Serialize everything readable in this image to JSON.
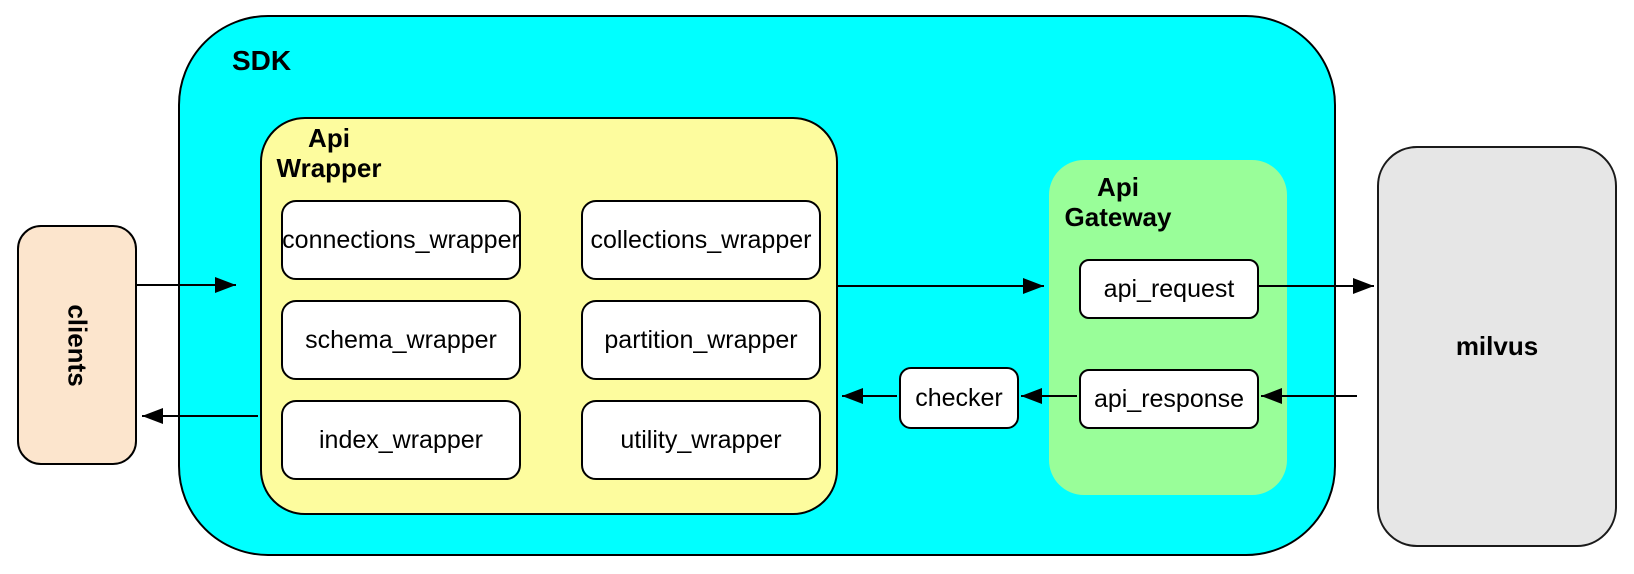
{
  "diagram": {
    "clients": {
      "label": "clients"
    },
    "sdk": {
      "label": "SDK"
    },
    "api_wrapper": {
      "title_line1": "Api",
      "title_line2": "Wrapper",
      "modules": [
        "connections_wrapper",
        "collections_wrapper",
        "schema_wrapper",
        "partition_wrapper",
        "index_wrapper",
        "utility_wrapper"
      ]
    },
    "checker": {
      "label": "checker"
    },
    "api_gateway": {
      "title_line1": "Api",
      "title_line2": "Gateway",
      "request_label": "api_request",
      "response_label": "api_response"
    },
    "milvus": {
      "label": "milvus"
    },
    "colors": {
      "sdk_fill": "#00FFFF",
      "wrapper_fill": "#FDFC9E",
      "gateway_fill": "#99FE99",
      "clients_fill": "#FCE5CD",
      "milvus_fill": "#E6E6E6",
      "node_fill": "#FFFFFF",
      "border": "#000000"
    }
  }
}
